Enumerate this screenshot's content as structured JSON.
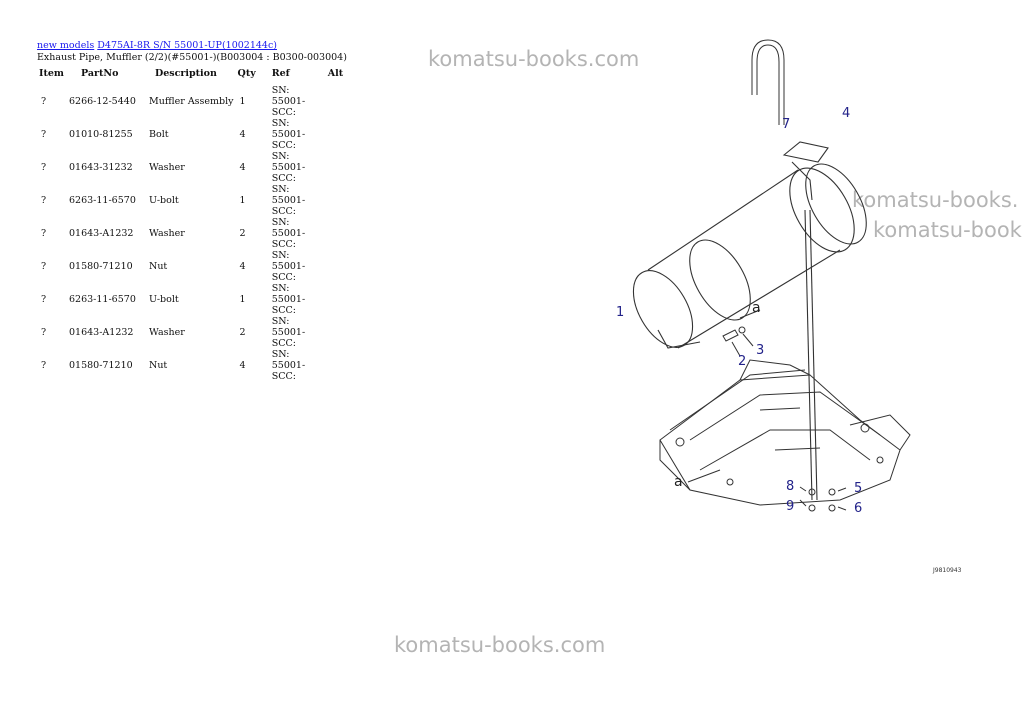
{
  "breadcrumb": {
    "link1": "new models",
    "link2": "D475AI-8R S/N 55001-UP(1002144c)"
  },
  "subtitle": "Exhaust Pipe, Muffler (2/2)(#55001-)(B003004 : B0300-003004)",
  "table": {
    "headers": [
      "Item",
      "PartNo",
      "Description",
      "Qty",
      "Ref",
      "Alt"
    ],
    "rows": [
      {
        "item": "?",
        "partno": "6266-12-5440",
        "description": "Muffler Assembly",
        "qty": "1",
        "ref": "SN: 55001-SCC:",
        "alt": ""
      },
      {
        "item": "?",
        "partno": "01010-81255",
        "description": "Bolt",
        "qty": "4",
        "ref": "SN: 55001-SCC:",
        "alt": ""
      },
      {
        "item": "?",
        "partno": "01643-31232",
        "description": "Washer",
        "qty": "4",
        "ref": "SN: 55001-SCC:",
        "alt": ""
      },
      {
        "item": "?",
        "partno": "6263-11-6570",
        "description": "U-bolt",
        "qty": "1",
        "ref": "SN: 55001-SCC:",
        "alt": ""
      },
      {
        "item": "?",
        "partno": "01643-A1232",
        "description": "Washer",
        "qty": "2",
        "ref": "SN: 55001-SCC:",
        "alt": ""
      },
      {
        "item": "?",
        "partno": "01580-71210",
        "description": "Nut",
        "qty": "4",
        "ref": "SN: 55001-SCC:",
        "alt": ""
      },
      {
        "item": "?",
        "partno": "6263-11-6570",
        "description": "U-bolt",
        "qty": "1",
        "ref": "SN: 55001-SCC:",
        "alt": ""
      },
      {
        "item": "?",
        "partno": "01643-A1232",
        "description": "Washer",
        "qty": "2",
        "ref": "SN: 55001-SCC:",
        "alt": ""
      },
      {
        "item": "?",
        "partno": "01580-71210",
        "description": "Nut",
        "qty": "4",
        "ref": "SN: 55001-SCC:",
        "alt": ""
      }
    ]
  },
  "watermarks": {
    "top": "komatsu-books.com",
    "right1": "komatsu-books.",
    "right2": "komatsu-book",
    "bottom": "komatsu-books.com"
  },
  "diagram": {
    "callouts": [
      "1",
      "2",
      "3",
      "4",
      "5",
      "6",
      "7",
      "8",
      "9"
    ],
    "letter_a": "a",
    "code": "J9810943"
  },
  "colors": {
    "link": "#1a1aee",
    "callout": "#23238a",
    "watermark": "#b4b4b4"
  }
}
